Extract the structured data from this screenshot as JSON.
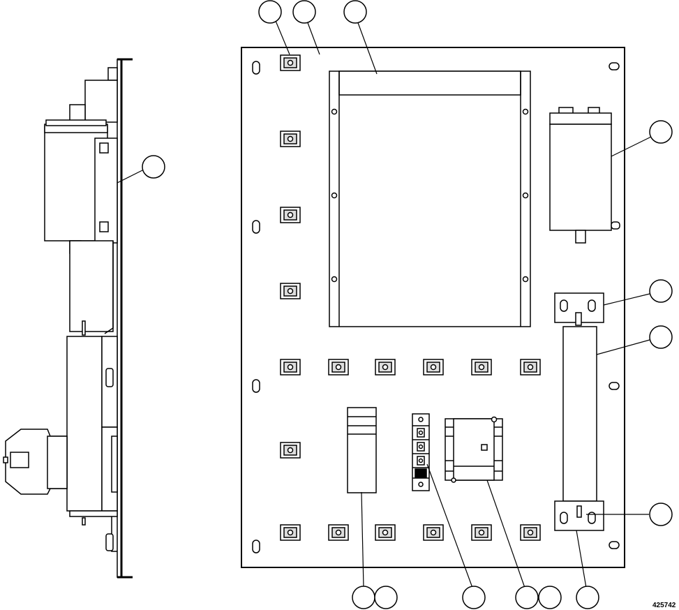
{
  "figure": {
    "figure_number": "425742"
  },
  "callouts": [
    {
      "id": "c1",
      "label": ""
    },
    {
      "id": "c2",
      "label": ""
    },
    {
      "id": "c3",
      "label": ""
    },
    {
      "id": "c4",
      "label": ""
    },
    {
      "id": "c5",
      "label": ""
    },
    {
      "id": "c6",
      "label": ""
    },
    {
      "id": "c7",
      "label": ""
    },
    {
      "id": "c8",
      "label": ""
    },
    {
      "id": "c9",
      "label": ""
    },
    {
      "id": "c10",
      "label": ""
    },
    {
      "id": "c11",
      "label": ""
    },
    {
      "id": "c12",
      "label": ""
    },
    {
      "id": "c13",
      "label": ""
    },
    {
      "id": "c14",
      "label": ""
    },
    {
      "id": "c15",
      "label": ""
    }
  ],
  "colors": {
    "line": "#000000",
    "fill": "#ffffff",
    "shade": "#e8e8e8"
  }
}
